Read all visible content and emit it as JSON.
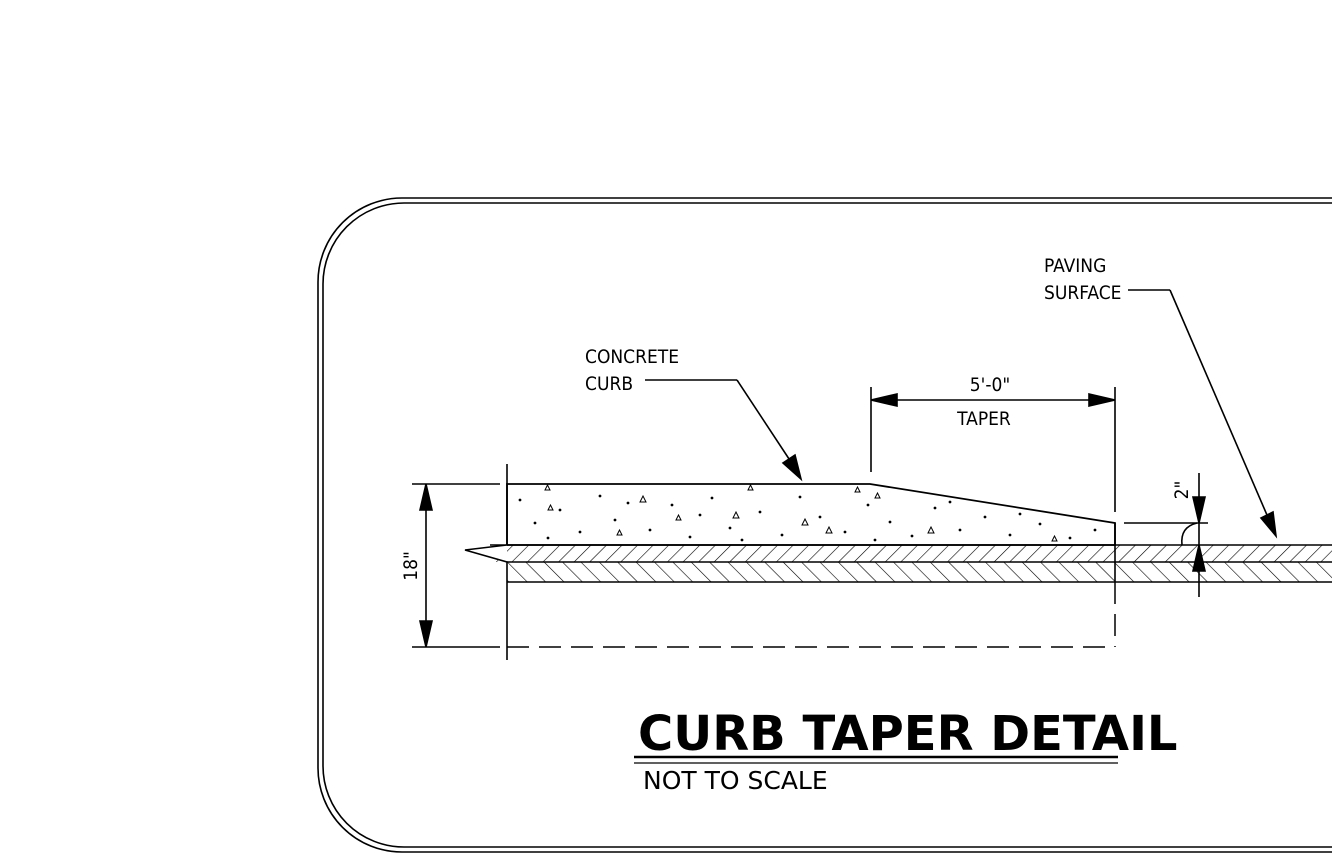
{
  "labels": {
    "paving_line1": "PAVING",
    "paving_line2": "SURFACE",
    "concrete_line1": "CONCRETE",
    "concrete_line2": "CURB",
    "taper_dimension": "5'-0\"",
    "taper_text": "TAPER",
    "height_dimension": "18\"",
    "drop_dimension": "2\"",
    "title": "CURB TAPER DETAIL",
    "subtitle": "NOT TO SCALE"
  },
  "colors": {
    "line": "#000000",
    "background": "#ffffff"
  }
}
